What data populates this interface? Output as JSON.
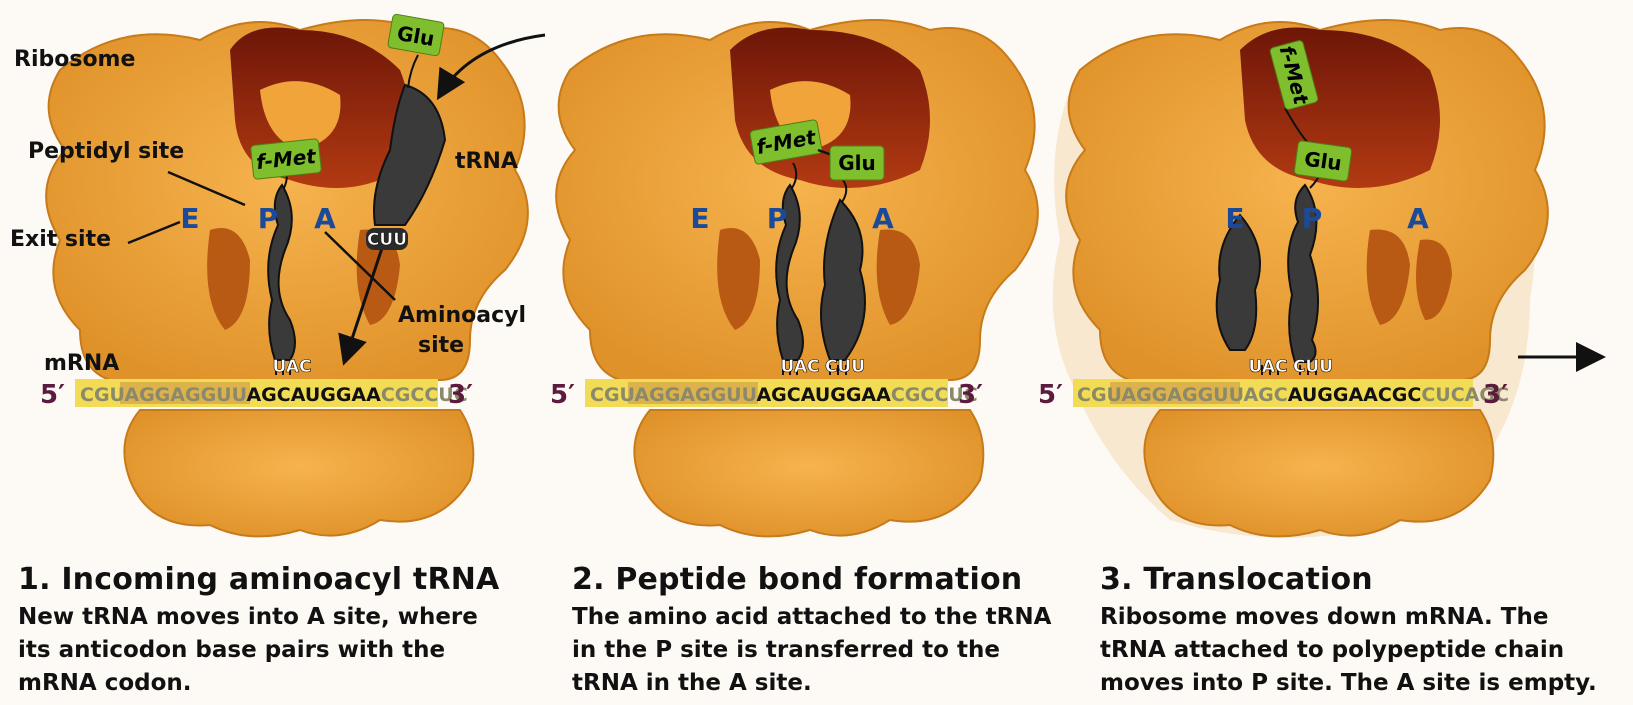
{
  "labels": {
    "ribosome": "Ribosome",
    "peptidyl_site": "Peptidyl site",
    "exit_site": "Exit site",
    "aminoacyl_line1": "Aminoacyl",
    "aminoacyl_line2": "site",
    "trna": "tRNA",
    "mrna": "mRNA"
  },
  "strand_ends": {
    "five": "5′",
    "three": "3′"
  },
  "site_letters": {
    "e": "E",
    "p": "P",
    "a": "A"
  },
  "panels": [
    {
      "amino_acids": {
        "fmet": "f-Met",
        "glu": "Glu"
      },
      "anticodons": {
        "uac": "UAC",
        "cuu": "CUU"
      },
      "mrna": {
        "seg1": "CGUAGGAGGUU",
        "seg2": "AGCAUGGAA",
        "seg3": "CGCCUC"
      },
      "caption": {
        "title": "1. Incoming aminoacyl tRNA",
        "lines": [
          "New tRNA moves into A site, where",
          "its anticodon base pairs with the",
          "mRNA codon."
        ]
      }
    },
    {
      "amino_acids": {
        "fmet": "f-Met",
        "glu": "Glu"
      },
      "anticodons": {
        "uac": "UAC",
        "cuu": "CUU"
      },
      "mrna": {
        "seg1": "CGUAGGAGGUU",
        "seg2": "AGCAUGGAA",
        "seg3": "CGCCUC"
      },
      "caption": {
        "title": "2. Peptide bond formation",
        "lines": [
          "The amino acid attached to the tRNA",
          "in the P site is transferred to the",
          "tRNA in the A site."
        ]
      }
    },
    {
      "amino_acids": {
        "fmet": "f-Met",
        "glu": "Glu"
      },
      "anticodons": {
        "uac": "UAC",
        "cuu": "CUU"
      },
      "mrna": {
        "seg1": "CGUAGGAGGUUAGC",
        "seg2": "AUGGAACGC",
        "seg3": "CUCAGC"
      },
      "caption": {
        "title": "3. Translocation",
        "lines": [
          "Ribosome moves down mRNA. The",
          "tRNA attached to polypeptide chain",
          "moves into P site. The A site is empty."
        ]
      }
    }
  ],
  "colors": {
    "ribosome": "#f0a43a",
    "ribosome_edge": "#c77a1a",
    "tunnel": "#8e2410",
    "amino_box": "#7fbf2e",
    "site_letter": "#1c4a9a",
    "strand_end": "#5c1a3e",
    "mrna_band": "#f2dc55",
    "mrna_grey_text": "#8a8a6a"
  },
  "icons": [
    "ribosome-icon",
    "trna-icon",
    "arrow-icon"
  ]
}
